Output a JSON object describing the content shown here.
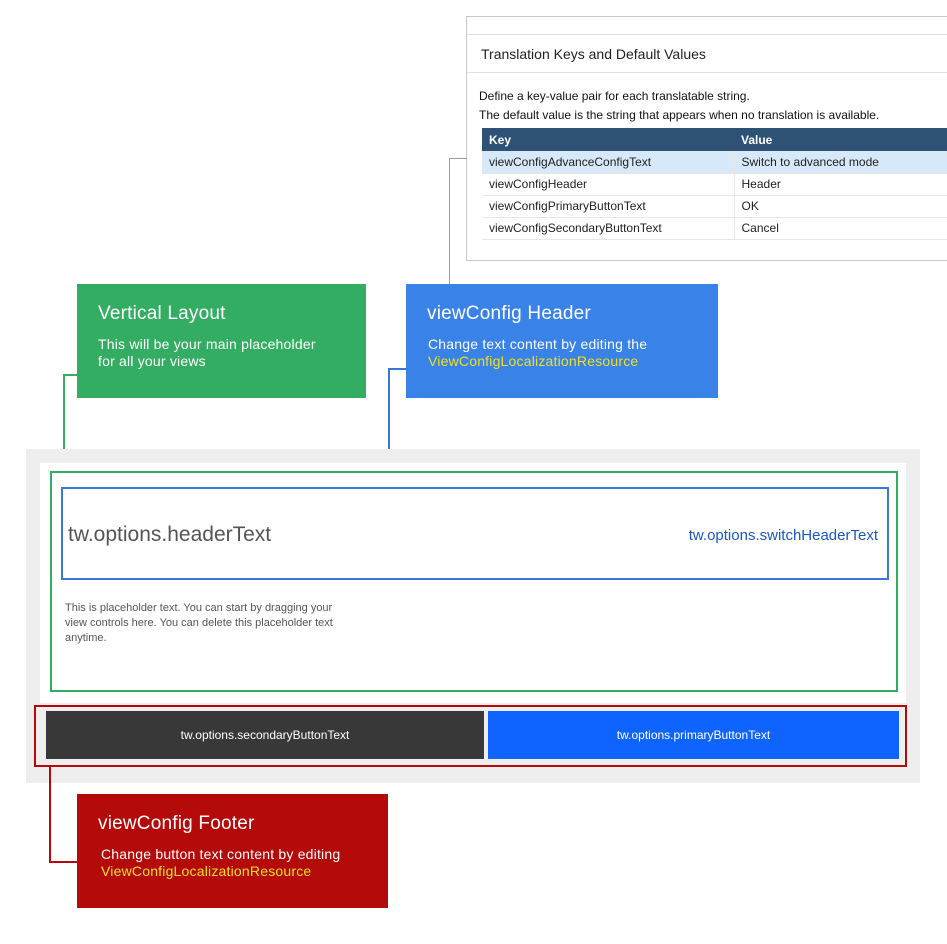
{
  "translation_panel": {
    "title": "Translation Keys and Default Values",
    "desc_line1": "Define a key-value pair for each translatable string.",
    "desc_line2": "The default value is the string that appears when no translation is available.",
    "columns": {
      "key": "Key",
      "value": "Value"
    },
    "rows": [
      {
        "key": "viewConfigAdvanceConfigText",
        "value": "Switch to advanced mode",
        "selected": true
      },
      {
        "key": "viewConfigHeader",
        "value": "Header",
        "selected": false
      },
      {
        "key": "viewConfigPrimaryButtonText",
        "value": "OK",
        "selected": false
      },
      {
        "key": "viewConfigSecondaryButtonText",
        "value": "Cancel",
        "selected": false
      }
    ]
  },
  "annotations": {
    "vertical_layout": {
      "title": "Vertical Layout",
      "text_line1": "This will be your main placeholder",
      "text_line2": "for all your views",
      "color": "#33ad62"
    },
    "viewconfig_header": {
      "title": "viewConfig Header",
      "text_line1": "Change text content by editing the",
      "highlight": "ViewConfigLocalizationResource",
      "color": "#3882e8"
    },
    "viewconfig_footer": {
      "title": "viewConfig Footer",
      "text_line1": "Change button text content by editing",
      "highlight": "ViewConfigLocalizationResource",
      "color": "#b40a0a"
    },
    "highlight_color": "#f2e01e"
  },
  "preview": {
    "header_text": "tw.options.headerText",
    "switch_header_text": "tw.options.switchHeaderText",
    "placeholder_line1": "This is placeholder text. You can start by dragging your",
    "placeholder_line2": "view controls here. You can delete this placeholder text",
    "placeholder_line3": "anytime.",
    "secondary_button": "tw.options.secondaryButtonText",
    "primary_button": "tw.options.primaryButtonText",
    "primary_color": "#0f63ff",
    "secondary_color": "#383838"
  }
}
